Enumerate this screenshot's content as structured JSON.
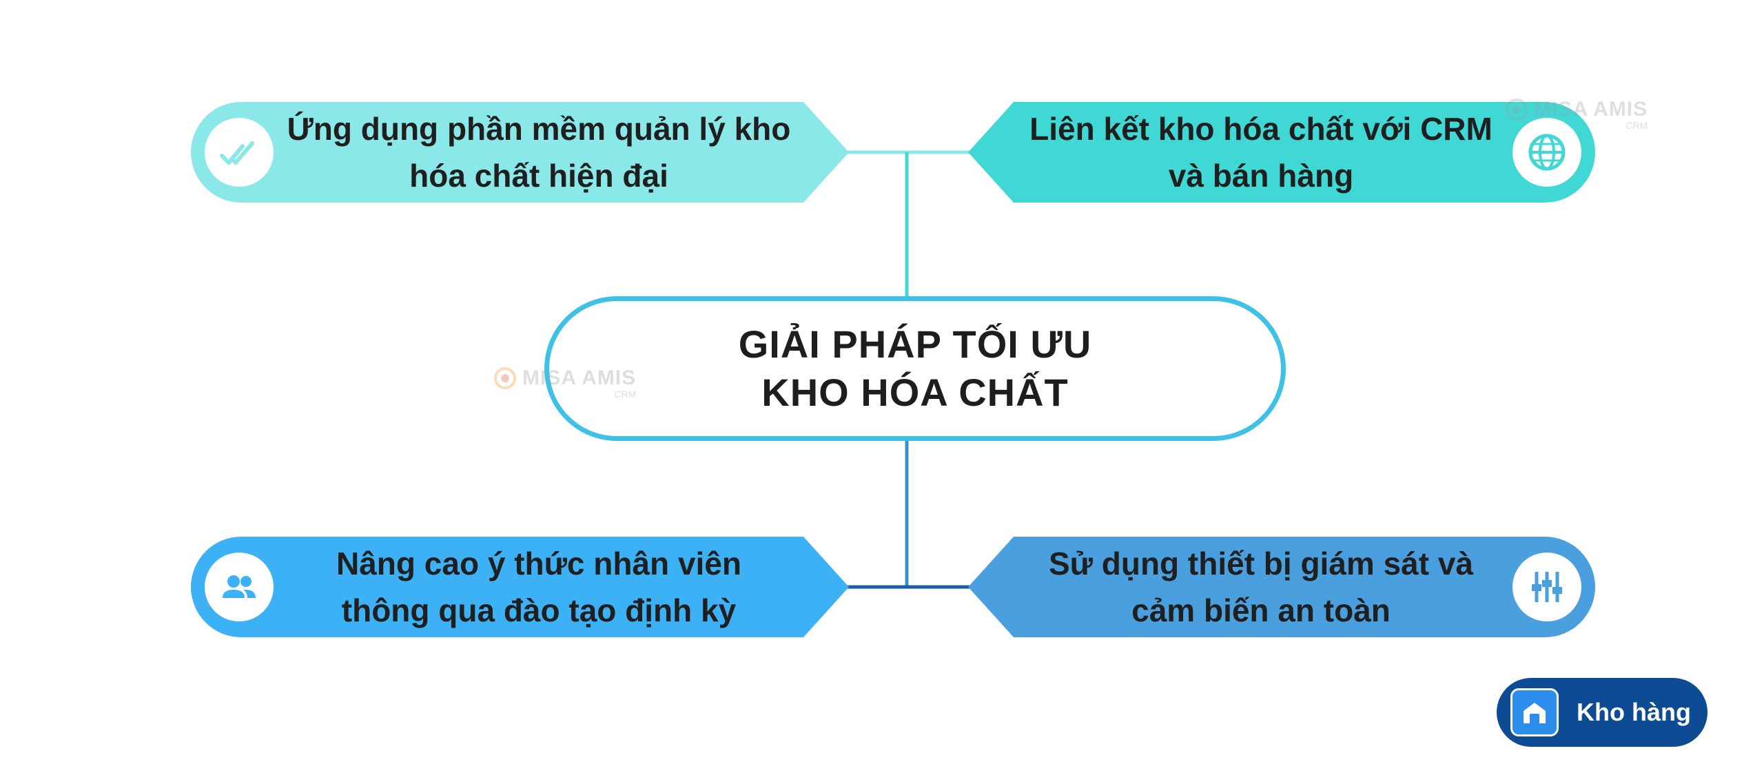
{
  "diagram": {
    "center_title_line1": "GIẢI PHÁP TỐI ƯU",
    "center_title_line2": "KHO HÓA CHẤT",
    "top_left": {
      "line1": "Ứng dụng phần mềm quản lý kho",
      "line2": "hóa chất hiện đại",
      "icon": "double-check-icon"
    },
    "top_right": {
      "line1": "Liên kết kho hóa chất với CRM",
      "line2": "và bán hàng",
      "icon": "globe-icon"
    },
    "bottom_left": {
      "line1": "Nâng cao ý thức nhân viên",
      "line2": "thông qua đào tạo định kỳ",
      "icon": "people-icon"
    },
    "bottom_right": {
      "line1": "Sử dụng thiết bị giám sát và",
      "line2": "cảm biến an toàn",
      "icon": "sliders-icon"
    }
  },
  "watermark": {
    "brand": "MISA AMIS",
    "sub": "CRM"
  },
  "badge": {
    "label": "Kho hàng",
    "icon": "warehouse-icon"
  },
  "colors": {
    "top_left_fill": "#8ae8e8",
    "top_right_fill": "#3fd8d4",
    "bottom_left_fill": "#3db1f5",
    "bottom_right_fill": "#4a9fde",
    "center_border": "#3dc1e6",
    "badge_bg": "#0d4b94"
  }
}
